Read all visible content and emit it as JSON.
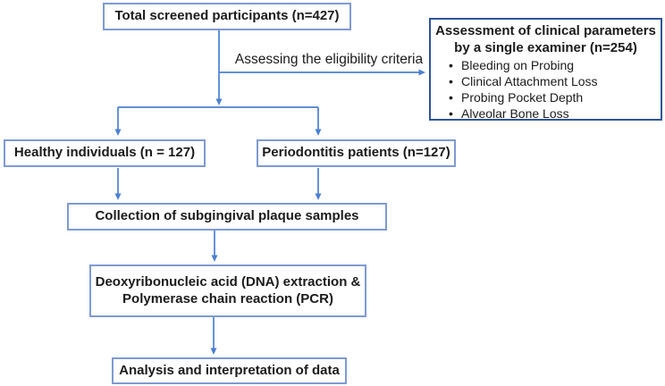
{
  "flowchart": {
    "total_box": {
      "label": "Total screened participants (n=427)"
    },
    "assessment_box": {
      "title_line1": "Assessment of clinical parameters",
      "title_line2": "by a single examiner (n=254)",
      "bullets": [
        "Bleeding on Probing",
        "Clinical Attachment Loss",
        "Probing Pocket Depth",
        "Alveolar Bone Loss"
      ]
    },
    "eligibility_arrow_label": "Assessing the eligibility criteria",
    "healthy_box": {
      "label": "Healthy individuals (n = 127)"
    },
    "periodontitis_box": {
      "label": "Periodontitis patients (n=127)"
    },
    "collection_box": {
      "label": "Collection of subgingival plaque samples"
    },
    "dna_pcr_box": {
      "line1": "Deoxyribonucleic acid (DNA) extraction &",
      "line2": "Polymerase chain reaction (PCR)"
    },
    "analysis_box": {
      "label": "Analysis and interpretation of data"
    }
  },
  "colors": {
    "box_border_light_blue": "#7f9ad1",
    "assessment_border_dark_blue": "#2f5597",
    "arrow_blue": "#4b80d1",
    "text": "#1b1b1b",
    "background": "#ffffff"
  }
}
